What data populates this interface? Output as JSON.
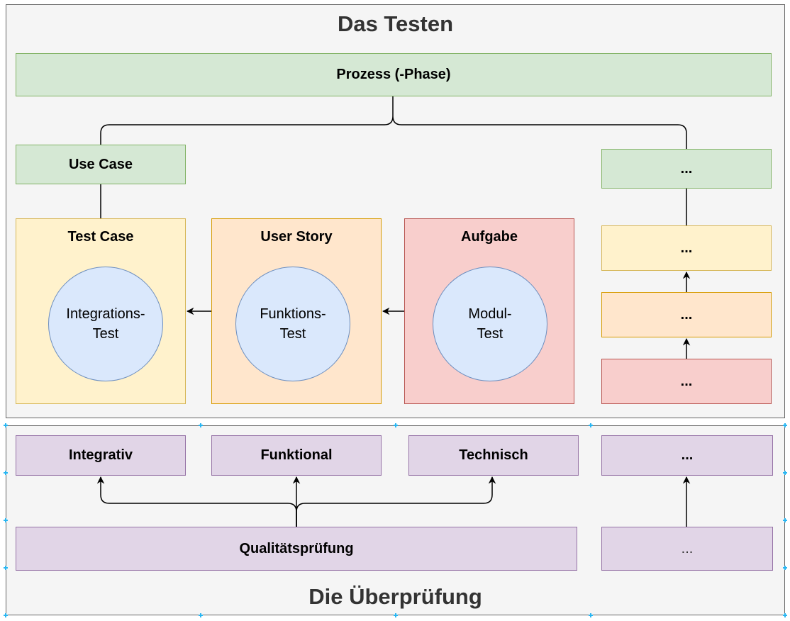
{
  "top_panel": {
    "title": "Das Testen",
    "process_label": "Prozess (-Phase)",
    "use_case_label": "Use Case",
    "right_green_label": "...",
    "test_case": {
      "title": "Test Case",
      "circle_line1": "Integrations-",
      "circle_line2": "Test"
    },
    "user_story": {
      "title": "User Story",
      "circle_line1": "Funktions-",
      "circle_line2": "Test"
    },
    "aufgabe": {
      "title": "Aufgabe",
      "circle_line1": "Modul-",
      "circle_line2": "Test"
    },
    "right_yellow_label": "...",
    "right_orange_label": "...",
    "right_red_label": "..."
  },
  "bottom_panel": {
    "title": "Die Überprüfung",
    "integrativ_label": "Integrativ",
    "funktional_label": "Funktional",
    "technisch_label": "Technisch",
    "right_top_label": "...",
    "qualitaet_label": "Qualitätsprüfung",
    "right_bottom_label": "..."
  },
  "colors": {
    "panel_bg": "#f5f5f5",
    "green": "#d5e8d4",
    "yellow": "#fff2cc",
    "orange": "#ffe6cc",
    "red": "#f8cecc",
    "purple": "#e1d5e7",
    "circle": "#dae8fc",
    "edge": "#000000"
  }
}
